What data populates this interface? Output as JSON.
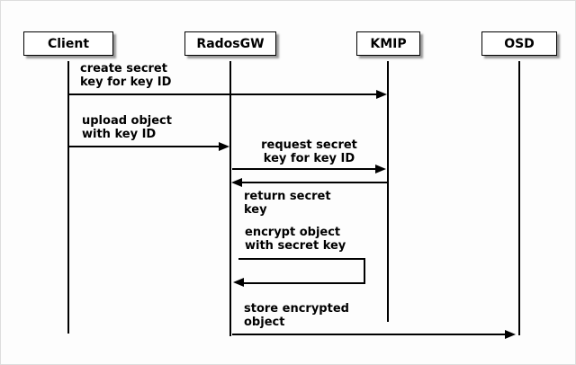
{
  "diagram": {
    "type": "sequence",
    "actors": [
      {
        "name": "Client"
      },
      {
        "name": "RadosGW"
      },
      {
        "name": "KMIP"
      },
      {
        "name": "OSD"
      }
    ],
    "messages": [
      {
        "from": "Client",
        "to": "KMIP",
        "label": "create secret\nkey for key ID"
      },
      {
        "from": "Client",
        "to": "RadosGW",
        "label": "upload object\nwith key ID"
      },
      {
        "from": "RadosGW",
        "to": "KMIP",
        "label": "request secret\nkey for key ID"
      },
      {
        "from": "KMIP",
        "to": "RadosGW",
        "label": "return secret\nkey"
      },
      {
        "from": "RadosGW",
        "to": "RadosGW",
        "label": "encrypt object\nwith secret key",
        "self": true
      },
      {
        "from": "RadosGW",
        "to": "OSD",
        "label": "store encrypted\nobject"
      }
    ],
    "colors": {
      "stroke": "#000000",
      "box_fill": "#ffffff",
      "shadow": "#999999",
      "background": "#fdfdfd"
    }
  }
}
